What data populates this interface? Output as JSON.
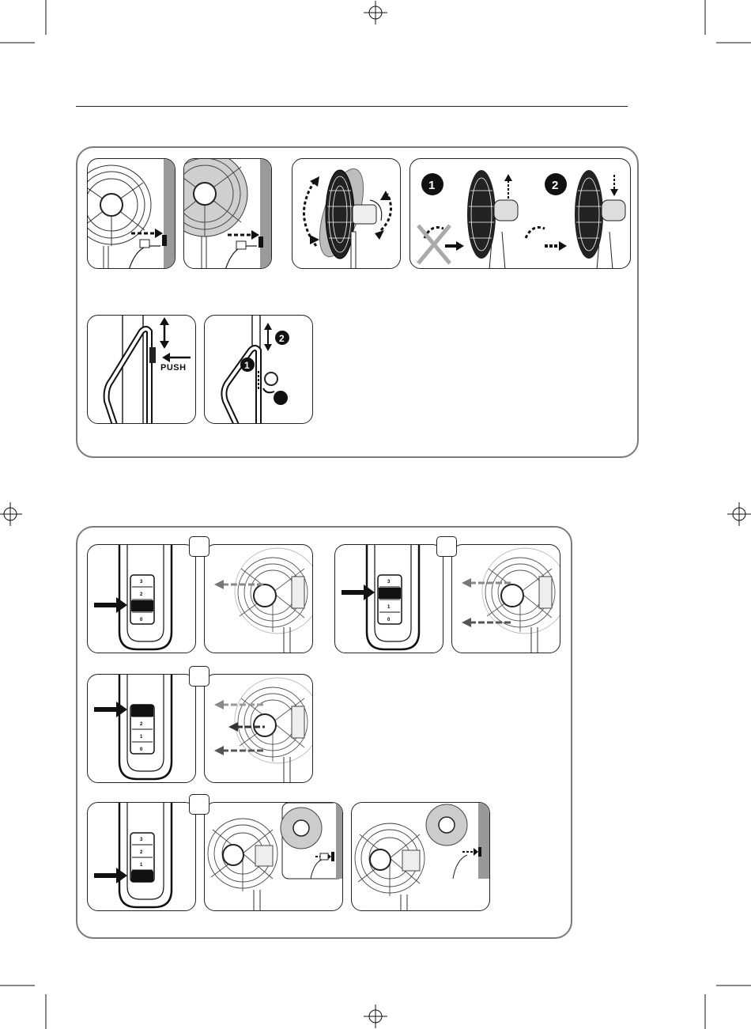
{
  "assembly_section": {
    "push_label": "PUSH",
    "step_one": "1",
    "step_two": "2"
  },
  "speed_section": {
    "switch_levels": [
      "3",
      "2",
      "1",
      "0"
    ]
  }
}
